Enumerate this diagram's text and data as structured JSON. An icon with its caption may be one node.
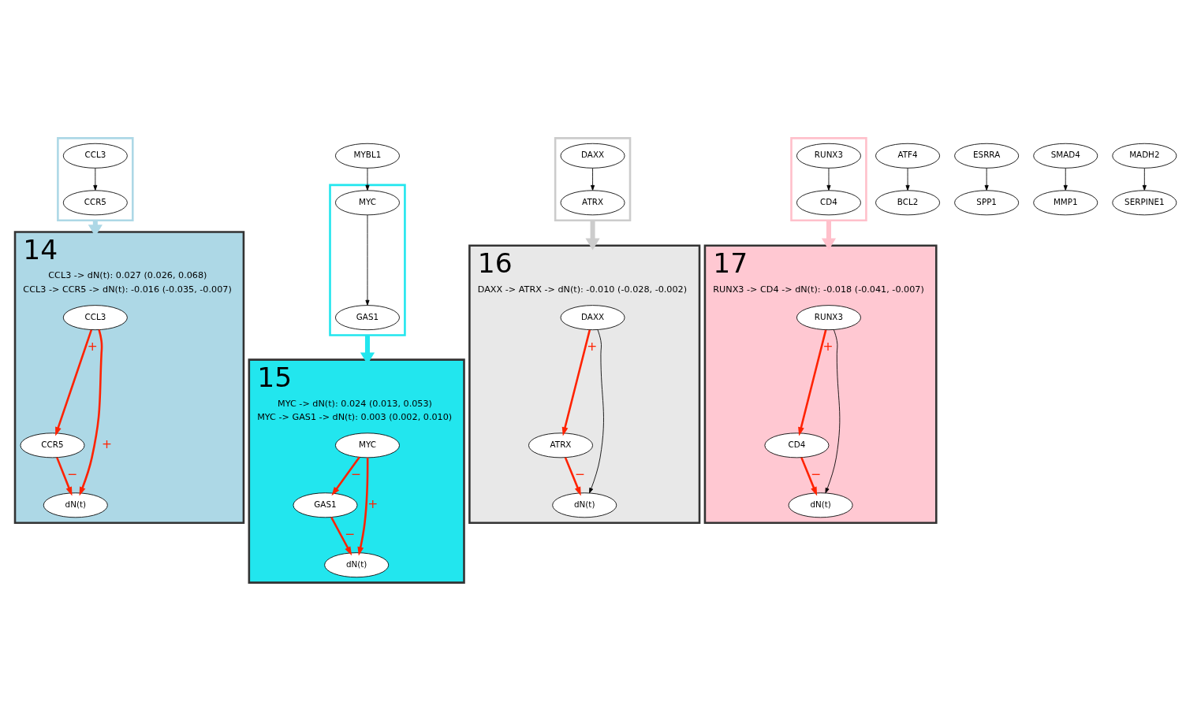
{
  "diagram": {
    "nodes": [
      {
        "text": [],
        "shape": "box"
      },
      {
        "text": [
          "CCL3"
        ],
        "in": 0
      },
      {
        "text": [
          "CCR5"
        ],
        "in": 0
      },
      {
        "text": [
          "MYBL1"
        ]
      },
      {
        "text": [],
        "shape": "box"
      },
      {
        "text": [
          "MYC"
        ],
        "in": 4
      },
      {
        "text": [
          "GAS1"
        ],
        "in": 4
      },
      {
        "text": [],
        "shape": "box"
      },
      {
        "text": [
          "DAXX"
        ],
        "in": 7
      },
      {
        "text": [
          "ATRX"
        ],
        "in": 7
      },
      {
        "text": [],
        "shape": "box"
      },
      {
        "text": [
          "RUNX3"
        ],
        "in": 10
      },
      {
        "text": [
          "CD4"
        ],
        "in": 10
      },
      {
        "text": [
          "ATF4"
        ]
      },
      {
        "text": [
          "BCL2"
        ]
      },
      {
        "text": [
          "ESRRA"
        ]
      },
      {
        "text": [
          "SPP1"
        ]
      },
      {
        "text": [
          "SMAD4"
        ]
      },
      {
        "text": [
          "MMP1"
        ]
      },
      {
        "text": [
          "MADH2"
        ]
      },
      {
        "text": [
          "SERPINE1"
        ]
      },
      {
        "text": [
          "14",
          "CCL3 -> dN(t): 0.027 (0.026, 0.068)",
          "CCL3 -> CCR5 -> dN(t): -0.016 (-0.035, -0.007)"
        ]
      },
      {
        "text": [
          "CCL3"
        ],
        "in": 21
      },
      {
        "text": [
          "CCR5"
        ],
        "in": 21
      },
      {
        "text": [
          "dN(t)"
        ],
        "in": 21
      },
      {
        "text": [
          "15",
          "MYC -> dN(t): 0.024 (0.013, 0.053)",
          "MYC -> GAS1 -> dN(t): 0.003 (0.002, 0.010)"
        ]
      },
      {
        "text": [
          "MYC"
        ],
        "in": 25
      },
      {
        "text": [
          "GAS1"
        ],
        "in": 25
      },
      {
        "text": [
          "dN(t)"
        ],
        "in": 25
      },
      {
        "text": [
          "16",
          "DAXX -> ATRX -> dN(t): -0.010 (-0.028, -0.002)"
        ]
      },
      {
        "text": [
          "DAXX"
        ],
        "in": 29
      },
      {
        "text": [
          "ATRX"
        ],
        "in": 29
      },
      {
        "text": [
          "dN(t)"
        ],
        "in": 29
      },
      {
        "text": [
          "17",
          "RUNX3 -> CD4 -> dN(t): -0.018 (-0.041, -0.007)"
        ]
      },
      {
        "text": [
          "RUNX3"
        ],
        "in": 33
      },
      {
        "text": [
          "CD4"
        ],
        "in": 33
      },
      {
        "text": [
          "dN(t)"
        ],
        "in": 33
      }
    ],
    "edges": [
      {
        "from": 1,
        "to": 2,
        "arrow": "to"
      },
      {
        "from": 3,
        "to": 5,
        "arrow": "to"
      },
      {
        "from": 5,
        "to": 6,
        "arrow": "to"
      },
      {
        "from": 8,
        "to": 9,
        "arrow": "to"
      },
      {
        "from": 11,
        "to": 12,
        "arrow": "to"
      },
      {
        "from": 13,
        "to": 14,
        "arrow": "to"
      },
      {
        "from": 15,
        "to": 16,
        "arrow": "to"
      },
      {
        "from": 17,
        "to": 18,
        "arrow": "to"
      },
      {
        "from": 19,
        "to": 20,
        "arrow": "to"
      },
      {
        "from": 0,
        "to": 21,
        "arrow": "to",
        "style": "thick",
        "color": "#add8e6"
      },
      {
        "from": 4,
        "to": 25,
        "arrow": "to",
        "style": "thick",
        "color": "#22e6ee"
      },
      {
        "from": 7,
        "to": 29,
        "arrow": "to",
        "style": "thick",
        "color": "#cccccc"
      },
      {
        "from": 10,
        "to": 33,
        "arrow": "to",
        "style": "thick",
        "color": "#ffc0cb"
      },
      {
        "from": 22,
        "to": 23,
        "arrow": "to",
        "label": "+",
        "color": "#ff2200"
      },
      {
        "from": 22,
        "to": 24,
        "arrow": "to",
        "label": "+",
        "color": "#ff2200"
      },
      {
        "from": 23,
        "to": 24,
        "arrow": "to",
        "label": "−",
        "color": "#ff2200"
      },
      {
        "from": 26,
        "to": 27,
        "arrow": "to",
        "label": "−",
        "color": "#ff2200"
      },
      {
        "from": 26,
        "to": 28,
        "arrow": "to",
        "label": "+",
        "color": "#ff2200"
      },
      {
        "from": 27,
        "to": 28,
        "arrow": "to",
        "label": "−",
        "color": "#ff2200"
      },
      {
        "from": 30,
        "to": 31,
        "arrow": "to",
        "label": "+",
        "color": "#ff2200"
      },
      {
        "from": 30,
        "to": 32,
        "arrow": "to"
      },
      {
        "from": 31,
        "to": 32,
        "arrow": "to",
        "label": "−",
        "color": "#ff2200"
      },
      {
        "from": 34,
        "to": 35,
        "arrow": "to",
        "label": "+",
        "color": "#ff2200"
      },
      {
        "from": 34,
        "to": 36,
        "arrow": "to"
      },
      {
        "from": 35,
        "to": 36,
        "arrow": "to",
        "label": "−",
        "color": "#ff2200"
      }
    ]
  }
}
